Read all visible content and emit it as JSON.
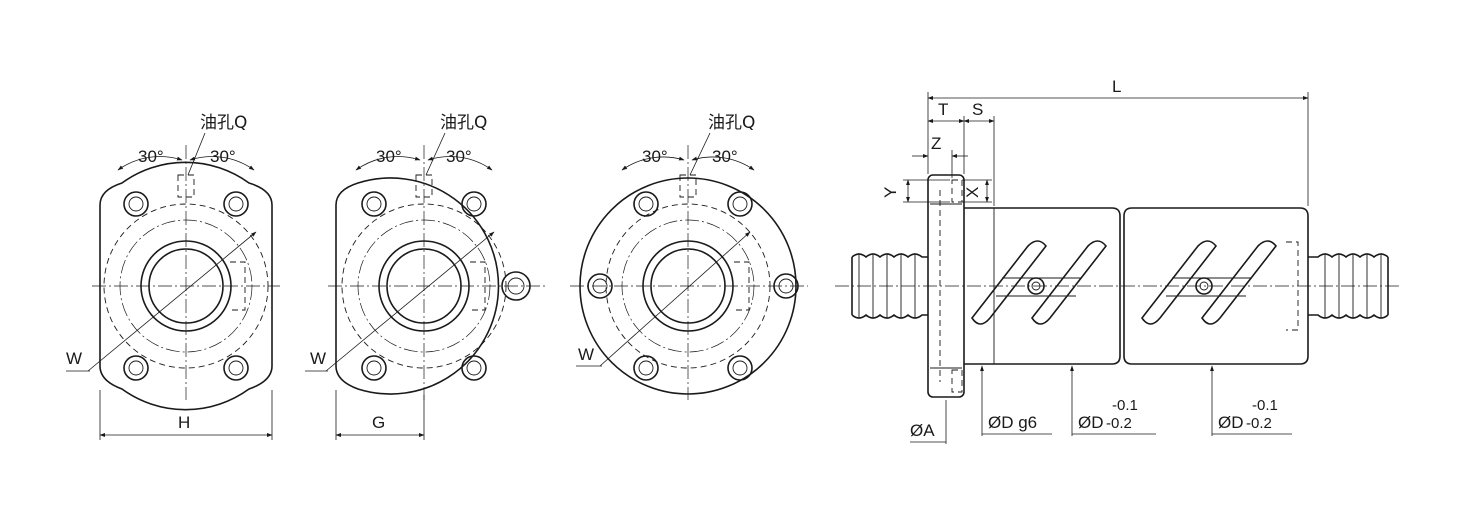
{
  "labels": {
    "oil_hole": "油孔Q",
    "angle_30": "30°",
    "w": "W",
    "h": "H",
    "g": "G",
    "l": "L",
    "t": "T",
    "s": "S",
    "z": "Z",
    "y": "Y",
    "x": "X",
    "dia_a": "ØA",
    "dia_d_g6": "ØD g6",
    "dia_d": "ØD",
    "tol_upper": "-0.1",
    "tol_lower": "-0.2"
  },
  "colors": {
    "line": "#1a1a1a",
    "background": "#ffffff"
  }
}
